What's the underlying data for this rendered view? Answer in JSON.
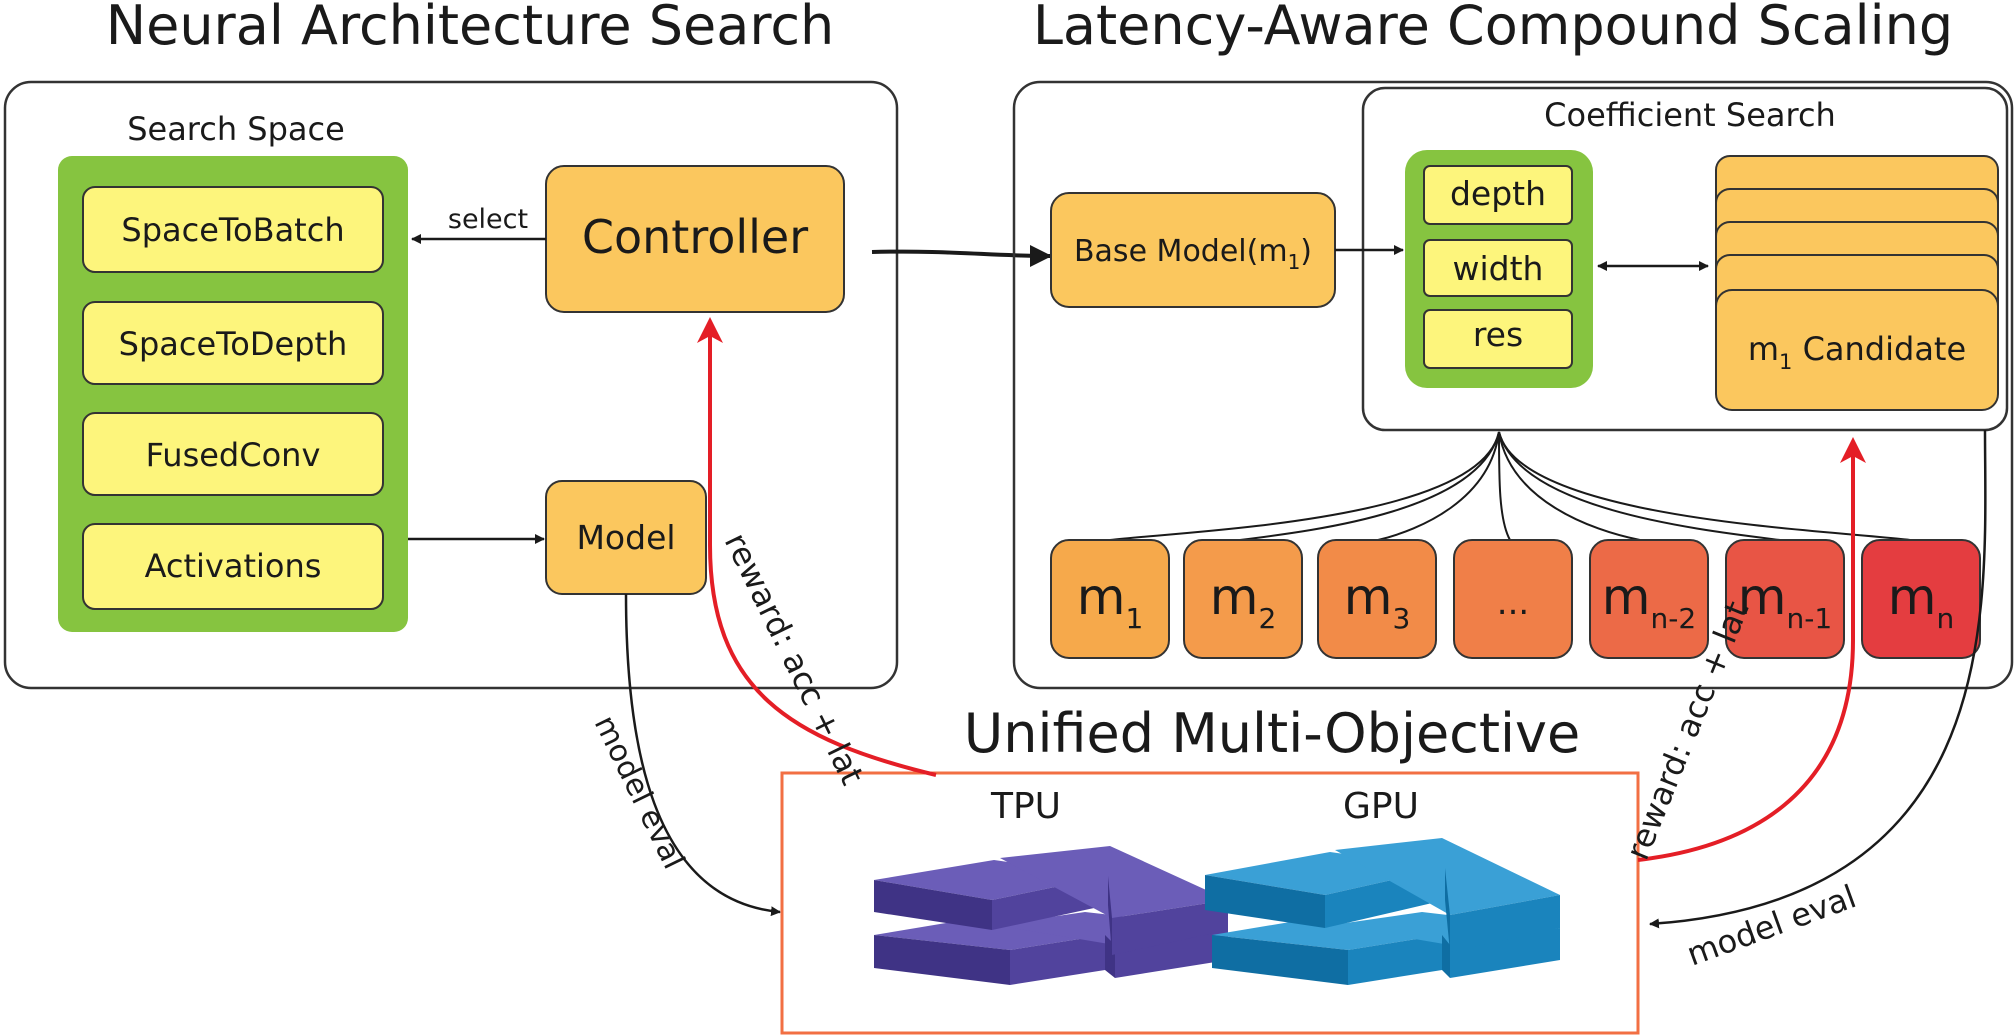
{
  "titles": {
    "nas": "Neural Architecture Search",
    "scaling": "Latency-Aware Compound Scaling",
    "multi_objective": "Unified Multi-Objective"
  },
  "nas": {
    "search_space_label": "Search Space",
    "ops": [
      "SpaceToBatch",
      "SpaceToDepth",
      "FusedConv",
      "Activations"
    ],
    "controller": "Controller",
    "model": "Model",
    "select_label": "select",
    "reward_label": "reward: acc + lat",
    "model_eval_label": "model eval"
  },
  "scaling": {
    "coefficient_search_label": "Coefficient Search",
    "base_model": "Base Model(m",
    "base_model_sub": "1",
    "base_model_close": ")",
    "coefficients": [
      "depth",
      "width",
      "res"
    ],
    "candidate": "m",
    "candidate_sub": "1",
    "candidate_suffix": " Candidate",
    "models": [
      {
        "main": "m",
        "sub": "1",
        "color": "#f6a94b"
      },
      {
        "main": "m",
        "sub": "2",
        "color": "#f49b4b"
      },
      {
        "main": "m",
        "sub": "3",
        "color": "#f28b48"
      },
      {
        "main": "...",
        "sub": "",
        "color": "#f07f48"
      },
      {
        "main": "m",
        "sub": "n-2",
        "color": "#ec6a47"
      },
      {
        "main": "m",
        "sub": "n-1",
        "color": "#e85545"
      },
      {
        "main": "m",
        "sub": "n",
        "color": "#e43d40"
      }
    ],
    "reward_label": "reward: acc + lat",
    "model_eval_label": "model eval"
  },
  "hardware": {
    "tpu_label": "TPU",
    "gpu_label": "GPU"
  },
  "colors": {
    "green_panel": "#86c440",
    "yellow_op": "#fdf57c",
    "orange_box": "#fbc75e",
    "reward_arrow": "#e41e26",
    "objective_border": "#f26f43",
    "tpu": "#4a3c8c",
    "gpu": "#1a84bd"
  }
}
